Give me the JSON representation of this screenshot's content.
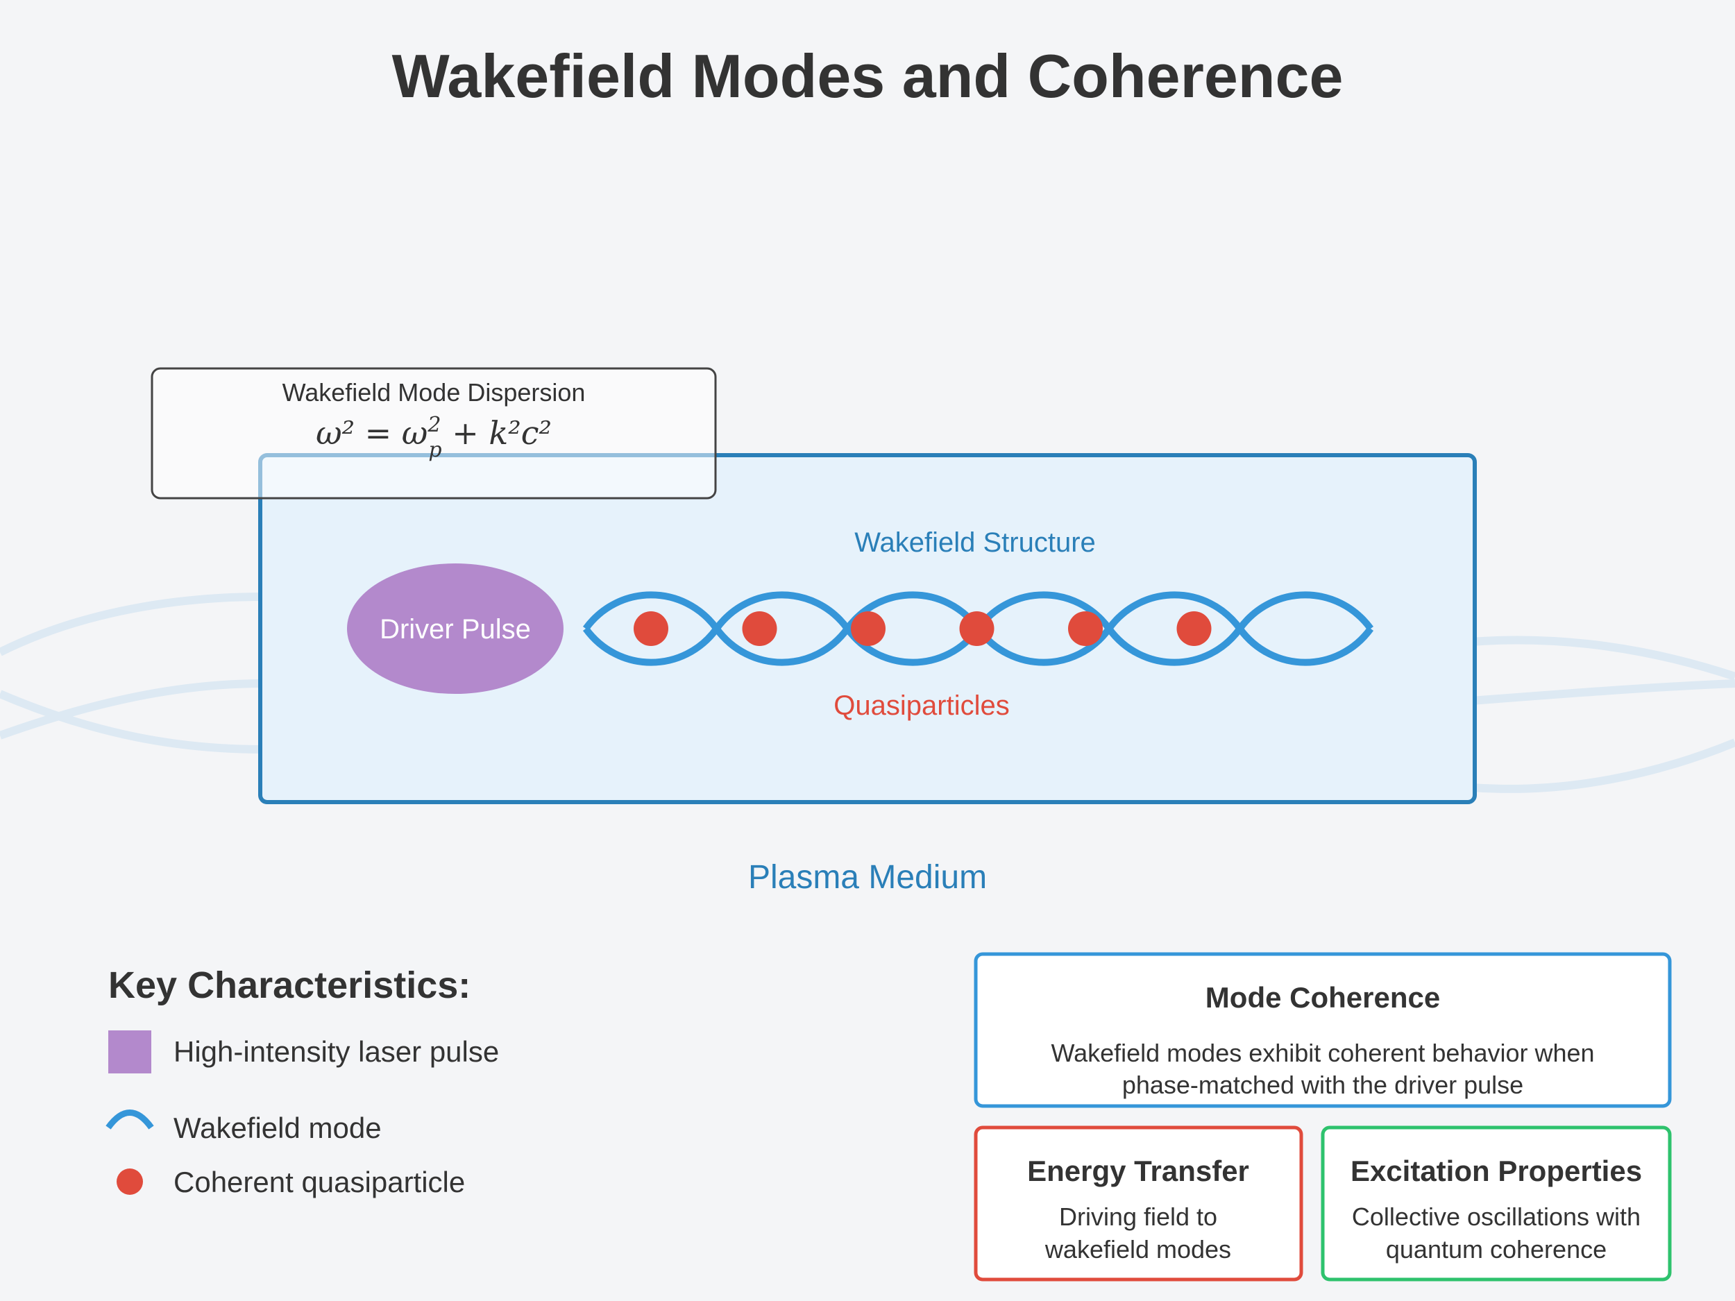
{
  "title": "Wakefield Modes and Coherence",
  "dispersion": {
    "label": "Wakefield Mode Dispersion",
    "formula_left": "ω² = ω",
    "formula_sup": "2",
    "formula_sub": "p",
    "formula_right": " + k²c²"
  },
  "diagram": {
    "driver_label": "Driver Pulse",
    "structure_label": "Wakefield Structure",
    "quasiparticles_label": "Quasiparticles",
    "medium_label": "Plasma Medium",
    "quasiparticle_count": 6,
    "wave_periods": 6
  },
  "key": {
    "title": "Key Characteristics:",
    "items": [
      {
        "icon": "square-swatch-icon",
        "label": "High-intensity laser pulse"
      },
      {
        "icon": "wave-arc-icon",
        "label": "Wakefield mode"
      },
      {
        "icon": "dot-icon",
        "label": "Coherent quasiparticle"
      }
    ]
  },
  "boxes": {
    "coherence": {
      "title": "Mode Coherence",
      "lines": [
        "Wakefield modes exhibit coherent behavior when",
        "phase-matched with the driver pulse"
      ]
    },
    "energy": {
      "title": "Energy Transfer",
      "lines": [
        "Driving field to",
        "wakefield modes"
      ]
    },
    "excitation": {
      "title": "Excitation Properties",
      "lines": [
        "Collective oscillations with",
        "quantum coherence"
      ]
    }
  },
  "colors": {
    "wave_blue": "#3596d9",
    "frame_blue": "#2a7fb8",
    "panel_fill": "#e6f2fb",
    "pulse_purple": "#b389cc",
    "qp_red": "#e04b3c",
    "energy_red": "#e04b3c",
    "excitation_green": "#2ec26d",
    "bg_wave": "#dde9f3"
  }
}
